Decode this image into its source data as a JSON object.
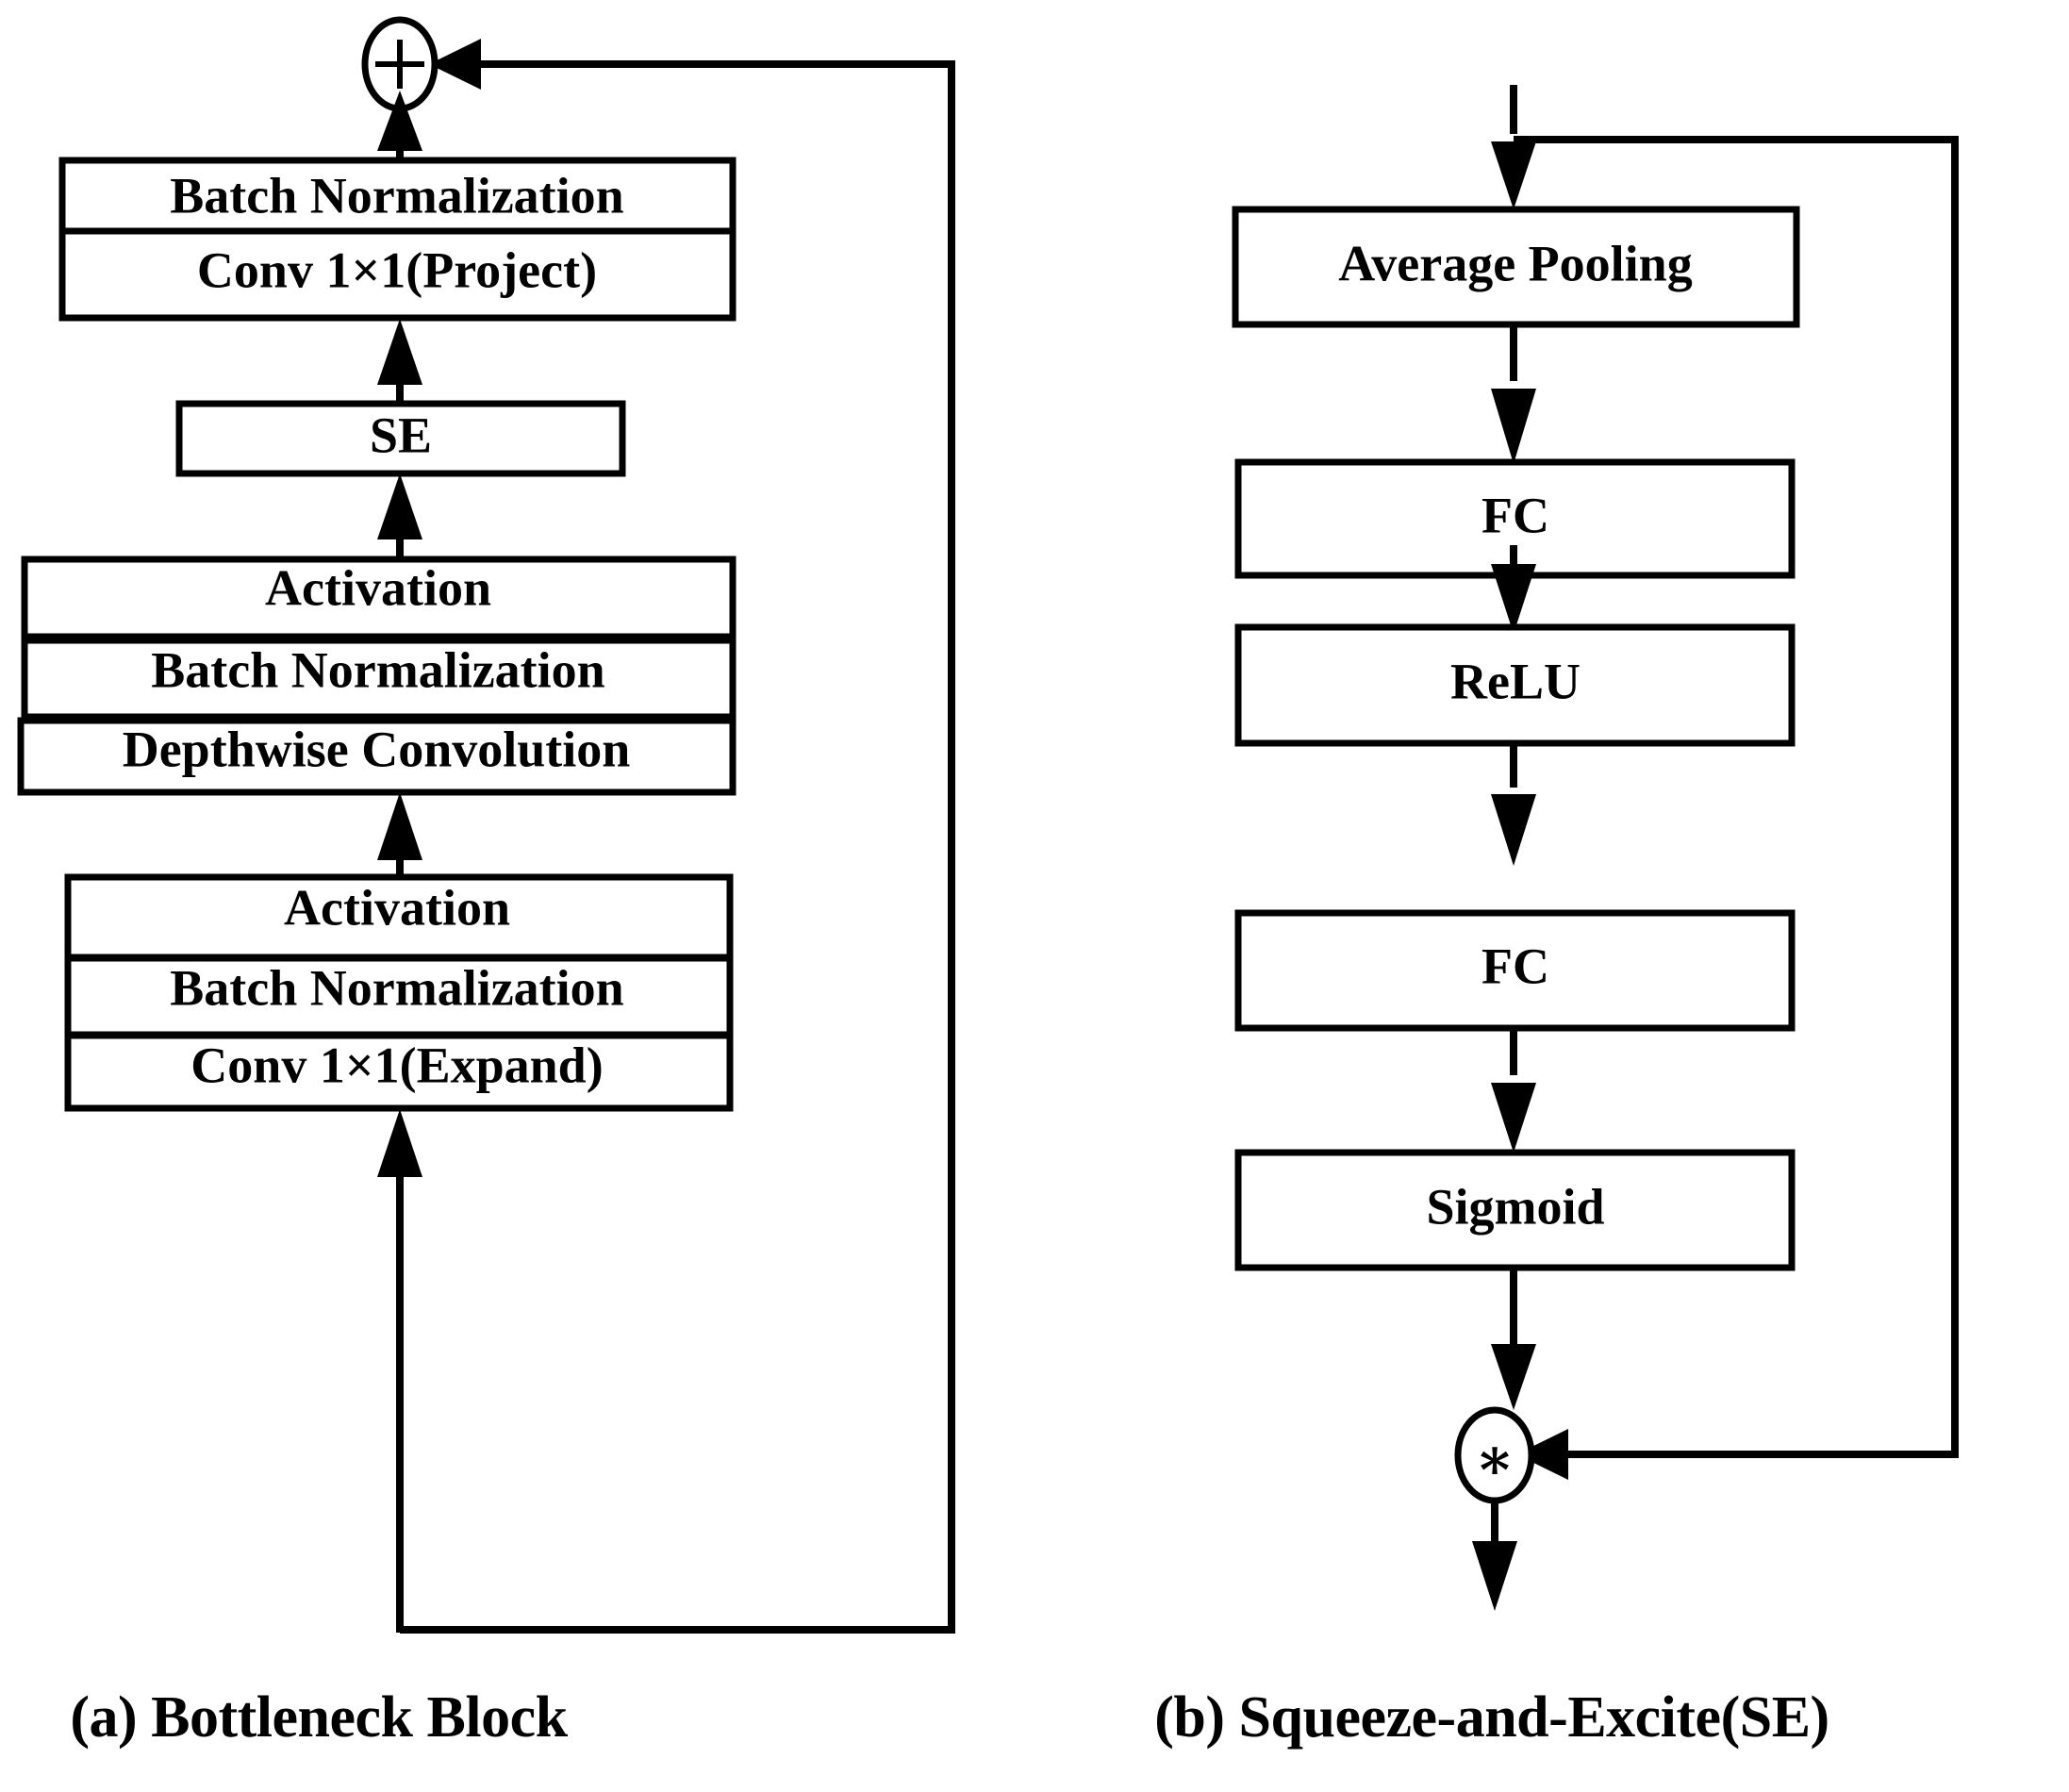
{
  "figure": {
    "title_a": "(a) Bottleneck Block",
    "title_b": "(b) Squeeze-and-Excite(SE)",
    "background_color": "#ffffff",
    "line_color": "#000000"
  },
  "panel_a": {
    "name": "Bottleneck Block",
    "caption": "(a) Bottleneck Block",
    "add_node": {
      "symbol": "+",
      "semantic": "addition-operator"
    },
    "boxes": [
      {
        "id": "bn_project",
        "label": "Batch Normalization"
      },
      {
        "id": "conv_project",
        "label": "Conv 1×1(Project)"
      },
      {
        "id": "se",
        "label": "SE"
      },
      {
        "id": "activation_2",
        "label": "Activation"
      },
      {
        "id": "bn_2",
        "label": "Batch Normalization"
      },
      {
        "id": "depthwise",
        "label": "Depthwise Convolution"
      },
      {
        "id": "activation_1",
        "label": "Activation"
      },
      {
        "id": "bn_1",
        "label": "Batch Normalization"
      },
      {
        "id": "conv_expand",
        "label": "Conv 1×1(Expand)"
      }
    ],
    "residual_connection": "skip-connection-from-input-to-add"
  },
  "panel_b": {
    "name": "Squeeze-and-Excite(SE)",
    "caption": "(b) Squeeze-and-Excite(SE)",
    "multiply_node": {
      "symbol": "∗",
      "semantic": "multiply-operator"
    },
    "boxes": [
      {
        "id": "avg_pool",
        "label": "Average Pooling"
      },
      {
        "id": "fc_1",
        "label": "FC"
      },
      {
        "id": "relu",
        "label": "ReLU"
      },
      {
        "id": "fc_2",
        "label": "FC"
      },
      {
        "id": "sigmoid",
        "label": "Sigmoid"
      }
    ],
    "residual_connection": "skip-connection-from-input-to-multiply"
  },
  "chart_data": {
    "type": "diagram",
    "title": "Bottleneck Block and Squeeze-and-Excite(SE) architecture",
    "panels": [
      {
        "label": "(a) Bottleneck Block",
        "nodes": [
          "+",
          "Batch Normalization",
          "Conv 1×1(Project)",
          "SE",
          "Activation",
          "Batch Normalization",
          "Depthwise Convolution",
          "Activation",
          "Batch Normalization",
          "Conv 1×1(Expand)"
        ],
        "flow": "Conv 1×1(Expand) → Batch Normalization → Activation → Depthwise Convolution → Batch Normalization → Activation → SE → Conv 1×1(Project) → Batch Normalization → +",
        "skip": "input → +"
      },
      {
        "label": "(b) Squeeze-and-Excite(SE)",
        "nodes": [
          "Average Pooling",
          "FC",
          "ReLU",
          "FC",
          "Sigmoid",
          "∗"
        ],
        "flow": "input → Average Pooling → FC → ReLU → FC → Sigmoid → ∗ → output",
        "skip": "input → ∗"
      }
    ]
  }
}
